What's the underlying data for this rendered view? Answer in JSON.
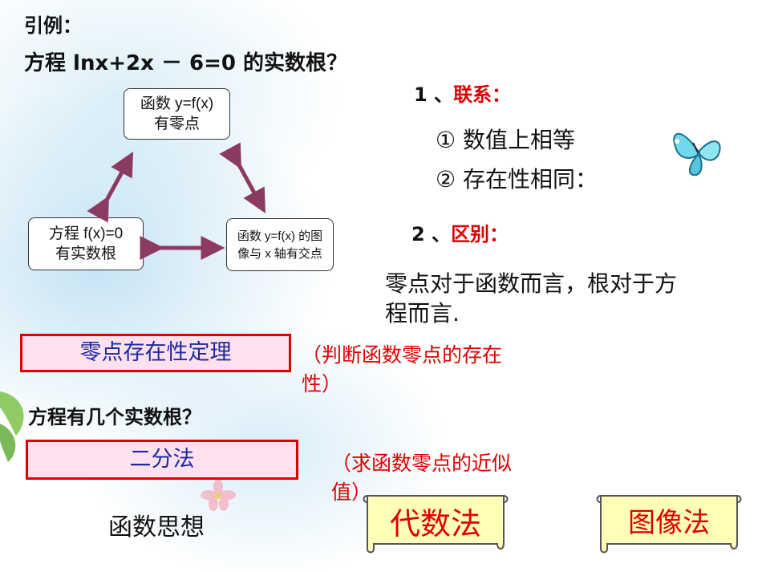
{
  "intro": {
    "label": "引例：",
    "question": "方程 lnx+2x － 6=0 的实数根？"
  },
  "diagram": {
    "top_box": [
      "函数 y=f(x)",
      "有零点"
    ],
    "left_box": [
      "方程 f(x)=0",
      "有实数根"
    ],
    "right_box": [
      "函数 y=f(x) 的图",
      "像与 x 轴有交点"
    ]
  },
  "relation": {
    "heading_num": "1 、",
    "heading_word": "联系：",
    "item1": "① 数值上相等",
    "item2": "② 存在性相同："
  },
  "difference": {
    "heading_num": "2 、",
    "heading_word": "区别：",
    "text_line1": "零点对于函数而言，根对于方",
    "text_line2": "程而言."
  },
  "theorem": {
    "box_label": "零点存在性定理",
    "note_line1": "（判断函数零点的存在",
    "note_line2": "性）"
  },
  "question2": "方程有几个实数根？",
  "bisection": {
    "box_label": "二分法",
    "note_line1": "（求函数零点的近似",
    "note_line2": "值）"
  },
  "thinking": "函数思想",
  "scrolls": {
    "algebra": "代数法",
    "graph": "图像法"
  },
  "colors": {
    "red": "#e00000",
    "arrow": "#8b3a62",
    "box_border": "#d00000",
    "box_fill": "#ffe0ee",
    "box_text": "#1a2aa0",
    "scroll_fill": "#ffffb8"
  }
}
